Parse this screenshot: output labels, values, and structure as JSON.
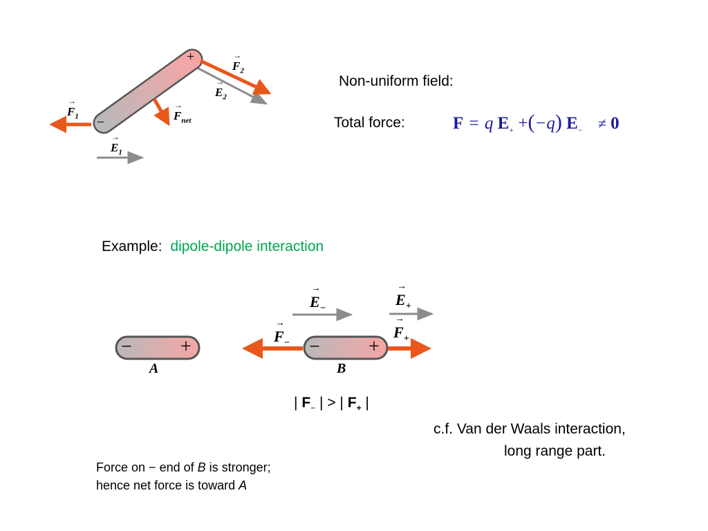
{
  "slide": {
    "nonuniform_label": "Non-uniform field:",
    "total_force_label": "Total force:",
    "equation": {
      "F": "F",
      "eq": "=",
      "q1": "q",
      "E_plus": "E",
      "sub_plus": "+",
      "plus": "+",
      "lparen": "(",
      "neg_q": "−q",
      "rparen": ")",
      "E_minus": "E",
      "sub_minus": "−",
      "neq": "≠",
      "zero": "0"
    },
    "example_label": "Example:",
    "example_topic": "dipole-dipole interaction",
    "magnitude_comparison": {
      "bar1": "|",
      "F1": "F",
      "sub1": "−",
      "bar2": "|",
      "gt": ">",
      "bar3": "|",
      "F2": "F",
      "sub2": "+",
      "bar4": "|"
    },
    "cf_line1": "c.f.  Van der Waals interaction,",
    "cf_line2": "long range part.",
    "note_line1_a": "Force on ",
    "note_line1_minus": "−",
    "note_line1_b": " end of ",
    "note_line1_B": "B",
    "note_line1_c": " is stronger;",
    "note_line2_a": "hence net force is toward ",
    "note_line2_A": "A"
  },
  "figure_top": {
    "plus_sign": "+",
    "minus_sign": "−",
    "F1": "F",
    "F1_sub": "1",
    "F2": "F",
    "F2_sub": "2",
    "E1": "E",
    "E1_sub": "1",
    "E2": "E",
    "E2_sub": "2",
    "Fnet": "F",
    "Fnet_sub": "net"
  },
  "figure_bottom": {
    "dipoleA_minus": "−",
    "dipoleA_plus": "+",
    "dipoleA_label": "A",
    "dipoleB_minus": "−",
    "dipoleB_plus": "+",
    "dipoleB_label": "B",
    "E_minus": "E",
    "E_minus_sub": "−",
    "E_plus": "E",
    "E_plus_sub": "+",
    "F_minus": "F",
    "F_minus_sub": "−",
    "F_plus": "F",
    "F_plus_sub": "+"
  },
  "colors": {
    "force_arrow": "#e8571b",
    "field_arrow": "#8c8c8c",
    "equation": "#1a1a9c",
    "highlight": "#00a651",
    "dipole_grey": "#bdbdbd",
    "dipole_pink": "#f4a5a5"
  }
}
